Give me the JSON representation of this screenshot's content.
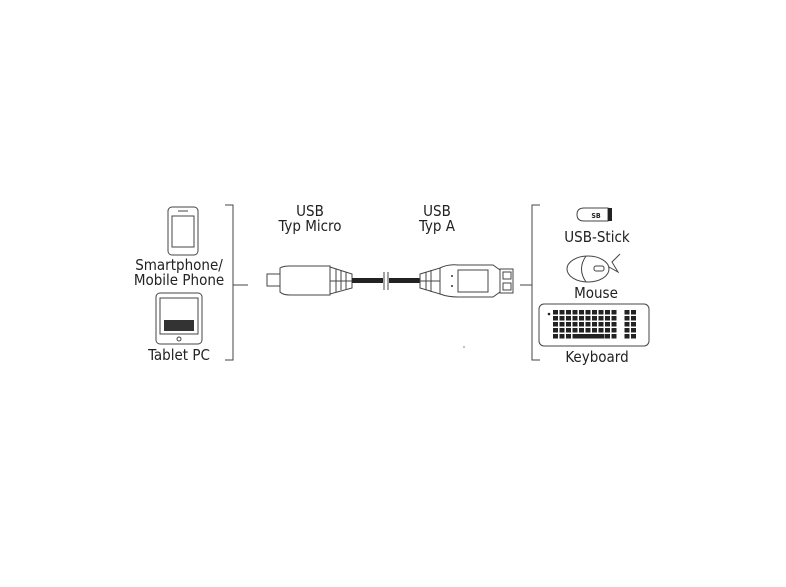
{
  "left_devices": {
    "smartphone_label_line1": "Smartphone/",
    "smartphone_label_line2": "Mobile Phone",
    "tablet_label": "Tablet PC"
  },
  "cable": {
    "micro_label_line1": "USB",
    "micro_label_line2": "Typ Micro",
    "typea_label_line1": "USB",
    "typea_label_line2": "Typ A"
  },
  "right_devices": {
    "usb_stick_label": "USB-Stick",
    "usb_stick_logo": "SB",
    "mouse_label": "Mouse",
    "keyboard_label": "Keyboard"
  }
}
